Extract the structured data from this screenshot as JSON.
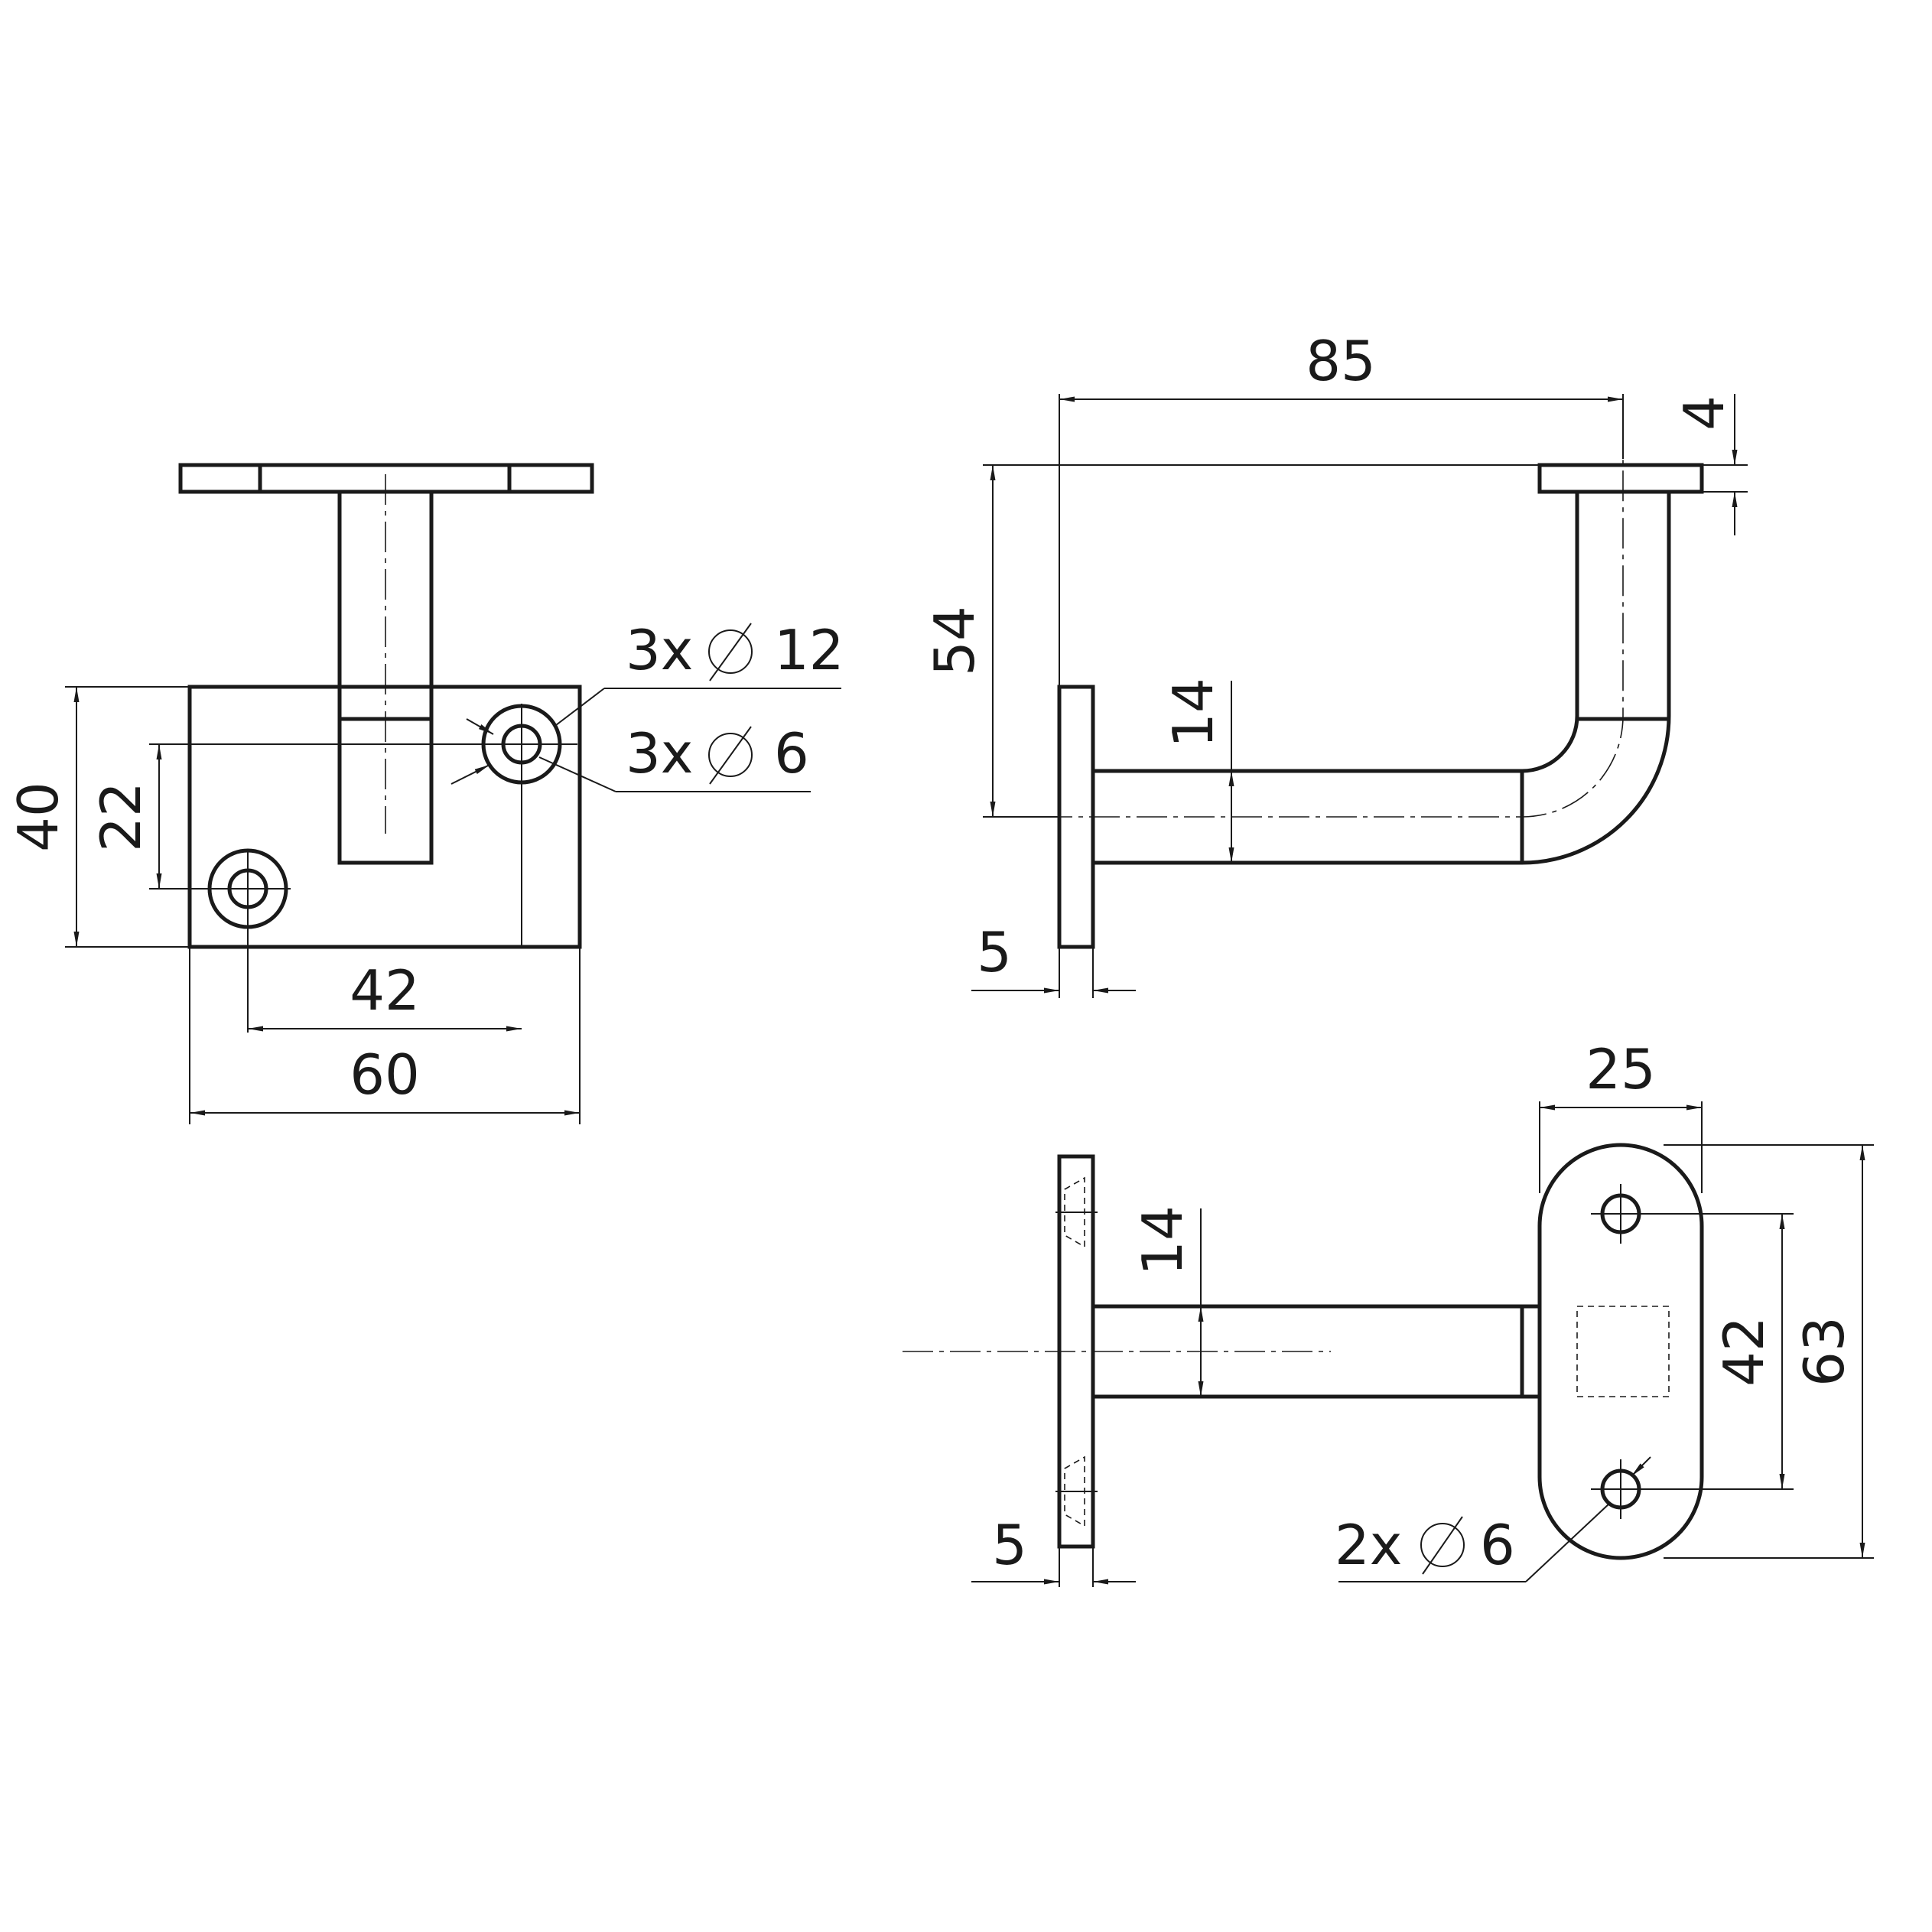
{
  "drawing": {
    "colors": {
      "line": "#1a1a1a",
      "background": "#ffffff"
    },
    "front_view": {
      "dim_width_plate": "60",
      "dim_hole_spacing": "42",
      "dim_height_plate": "40",
      "dim_hole_offset": "22",
      "callout_counterbore_qty": "3x",
      "callout_counterbore_dia": "12",
      "callout_hole_qty": "3x",
      "callout_hole_dia": "6"
    },
    "side_view": {
      "dim_length": "85",
      "dim_height": "54",
      "dim_pad_thickness": "4",
      "dim_tube_dia": "14",
      "dim_plate_thickness": "5"
    },
    "top_view": {
      "dim_pad_width": "25",
      "dim_hole_spacing": "42",
      "dim_pad_length": "63",
      "dim_tube_dia": "14",
      "dim_plate_thickness": "5",
      "callout_hole_qty": "2x",
      "callout_hole_dia": "6"
    }
  }
}
